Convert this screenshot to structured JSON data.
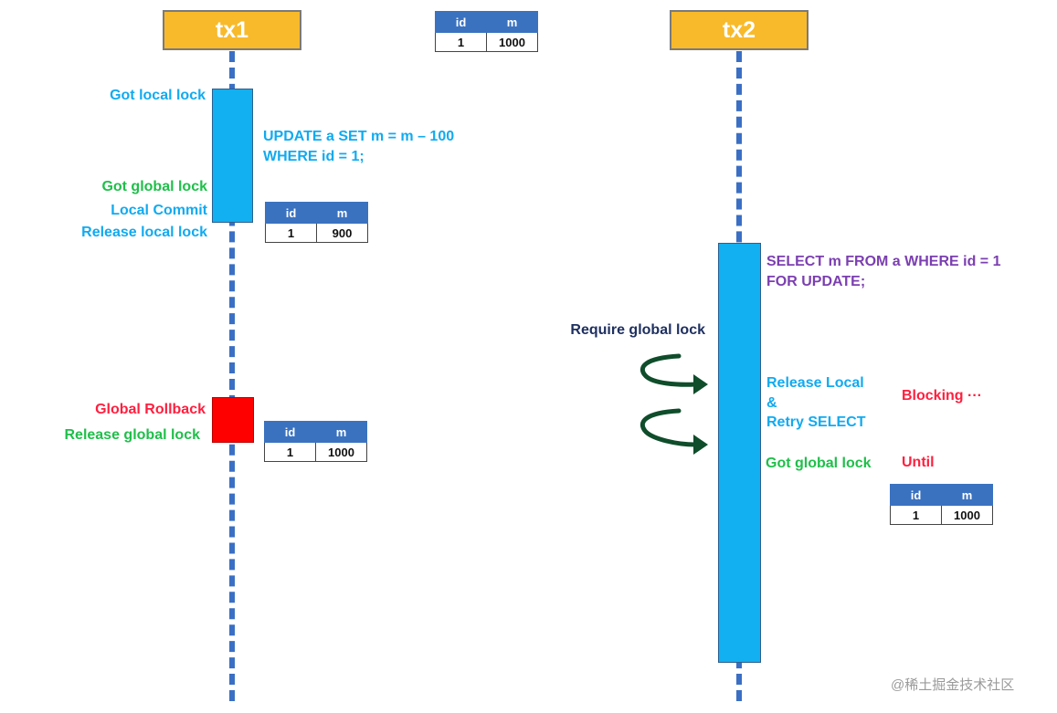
{
  "colors": {
    "header_bg": "#f8ba2b",
    "lifeline": "#3a6fc4",
    "bar": "#12b0f0",
    "rollback": "#ff0000",
    "cyan_text": "#11aaf0",
    "green_text": "#1fbf4a",
    "red_text": "#ff1f3e",
    "purple_text": "#7b3fb0",
    "navy_text": "#1f3060",
    "arrow": "#0f4d2b",
    "table_header": "#3a72c0"
  },
  "tx1": {
    "title": "tx1",
    "got_local_lock": "Got local lock",
    "sql_line1": "UPDATE a SET m = m – 100",
    "sql_line2": "WHERE id = 1;",
    "got_global_lock": "Got global lock",
    "local_commit": "Local Commit",
    "release_local_lock": "Release local lock",
    "global_rollback": "Global Rollback",
    "release_global_lock": "Release global lock"
  },
  "tx2": {
    "title": "tx2",
    "sql_line1": "SELECT m FROM a WHERE id = 1",
    "sql_line2": "FOR UPDATE;",
    "require_global_lock": "Require global lock",
    "release_local": "Release Local",
    "amp": "&",
    "retry_select": "Retry SELECT",
    "blocking": "Blocking ···",
    "got_global_lock": "Got global lock",
    "until": "Until"
  },
  "tables": {
    "top": {
      "headers": [
        "id",
        "m"
      ],
      "row": [
        "1",
        "1000"
      ]
    },
    "after_commit": {
      "headers": [
        "id",
        "m"
      ],
      "row": [
        "1",
        "900"
      ]
    },
    "after_rollback": {
      "headers": [
        "id",
        "m"
      ],
      "row": [
        "1",
        "1000"
      ]
    },
    "tx2_result": {
      "headers": [
        "id",
        "m"
      ],
      "row": [
        "1",
        "1000"
      ]
    }
  },
  "watermark": "@稀土掘金技术社区"
}
